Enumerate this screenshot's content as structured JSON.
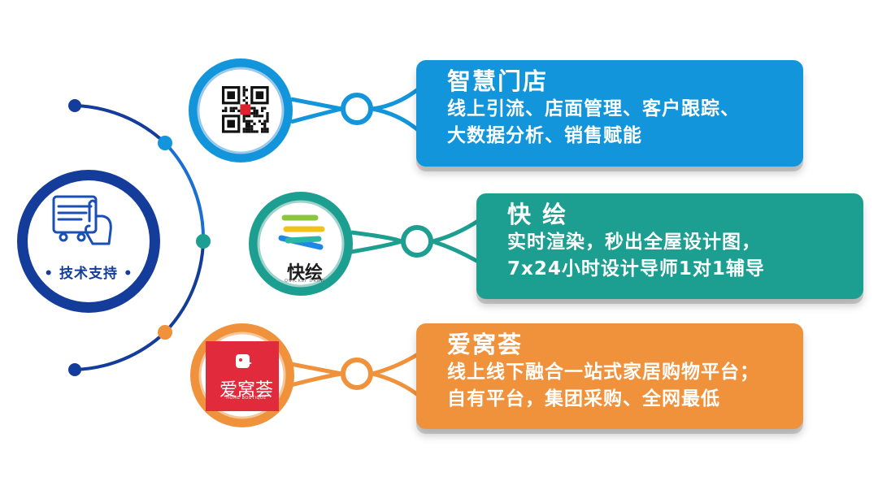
{
  "hub": {
    "label": "• 技术支持 •",
    "icon": "cart-hand-icon"
  },
  "colors": {
    "blue": "#1295da",
    "navy": "#143c9a",
    "teal": "#1c9f90",
    "orange": "#f0913b",
    "red": "#e22a3d"
  },
  "nodes": [
    {
      "title": "智慧门店",
      "lines": [
        "线上引流、店面管理、客户跟踪、",
        "大数据分析、销售赋能"
      ],
      "logo": {
        "kind": "qr-code-icon"
      }
    },
    {
      "title": "快 绘",
      "lines": [
        "实时渲染，秒出全屋设计图，",
        "7x24小时设计导师1对1辅导"
      ],
      "logo": {
        "kind": "kuaihui-logo",
        "name": "快绘",
        "sub": "QUICKLY DRAW"
      }
    },
    {
      "title": "爱窝荟",
      "lines": [
        "线上线下融合一站式家居购物平台；",
        "自有平台，集团采购、全网最低"
      ],
      "logo": {
        "kind": "aiwohui-logo",
        "name": "爱窝荟",
        "sub": "HOME BOUTIQUE"
      }
    }
  ]
}
